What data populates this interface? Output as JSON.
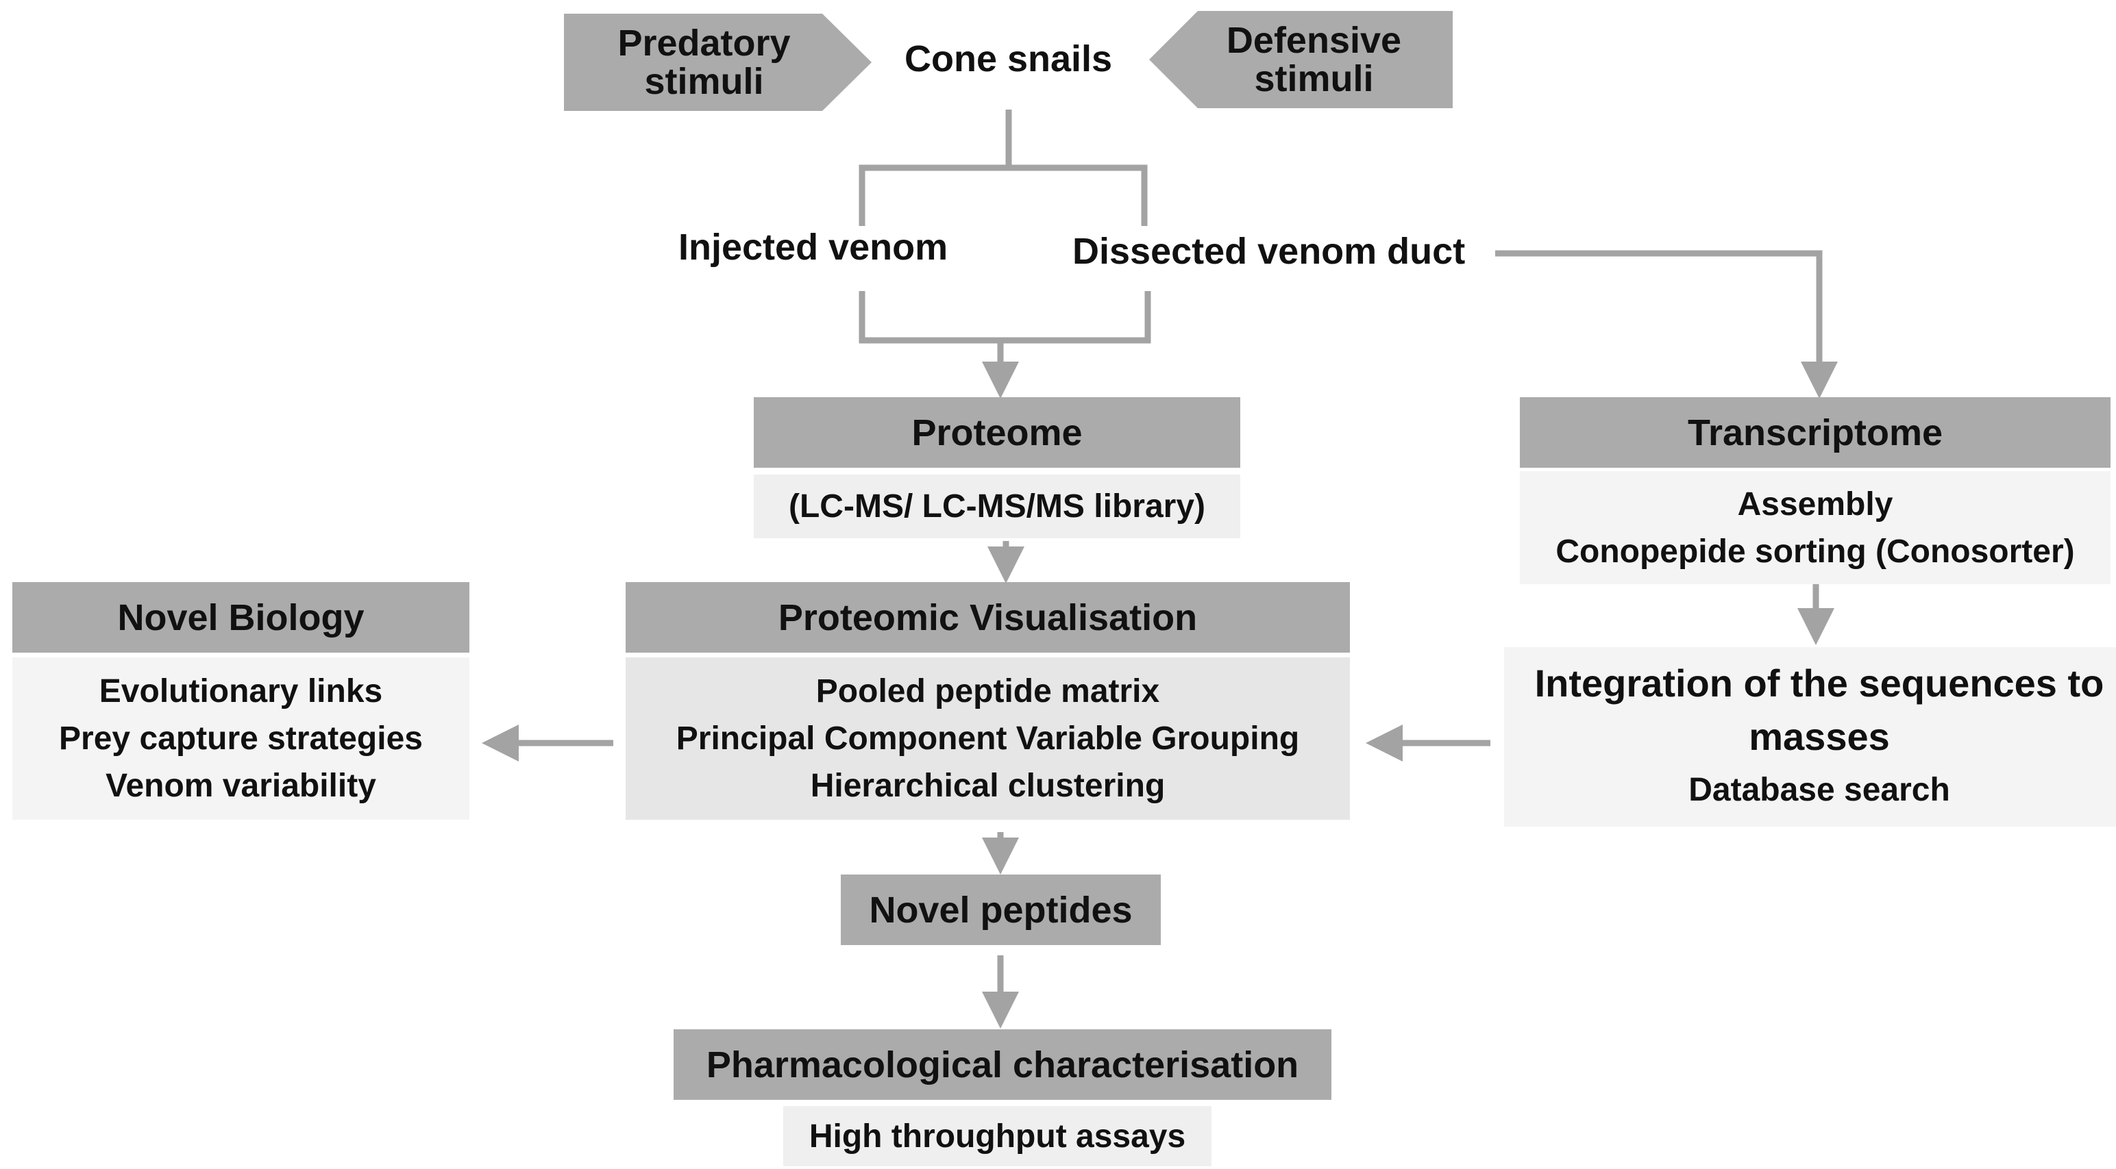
{
  "top": {
    "left_stimulus": [
      "Predatory",
      "stimuli"
    ],
    "center": "Cone snails",
    "right_stimulus": [
      "Defensive",
      "stimuli"
    ]
  },
  "branches": {
    "injected": "Injected venom",
    "dissected": "Dissected venom duct"
  },
  "proteome": {
    "title": "Proteome",
    "detail": "(LC-MS/ LC-MS/MS library)"
  },
  "transcriptome": {
    "title": "Transcriptome",
    "details": [
      "Assembly",
      "Conopepide sorting (Conosorter)"
    ]
  },
  "integration": {
    "title_lines": [
      "Integration of the sequences to",
      "masses"
    ],
    "detail": "Database search"
  },
  "visualisation": {
    "title": "Proteomic Visualisation",
    "details": [
      "Pooled peptide matrix",
      "Principal Component Variable Grouping",
      "Hierarchical clustering"
    ]
  },
  "novel_biology": {
    "title": "Novel Biology",
    "details": [
      "Evolutionary links",
      "Prey capture strategies",
      "Venom variability"
    ]
  },
  "novel_peptides": {
    "title": "Novel peptides"
  },
  "pharmacology": {
    "title": "Pharmacological characterisation",
    "detail": "High throughput assays"
  },
  "colors": {
    "header": "#ababab",
    "light": "#efefef",
    "mid": "#e6e6e6",
    "arrow": "#a3a3a3"
  }
}
